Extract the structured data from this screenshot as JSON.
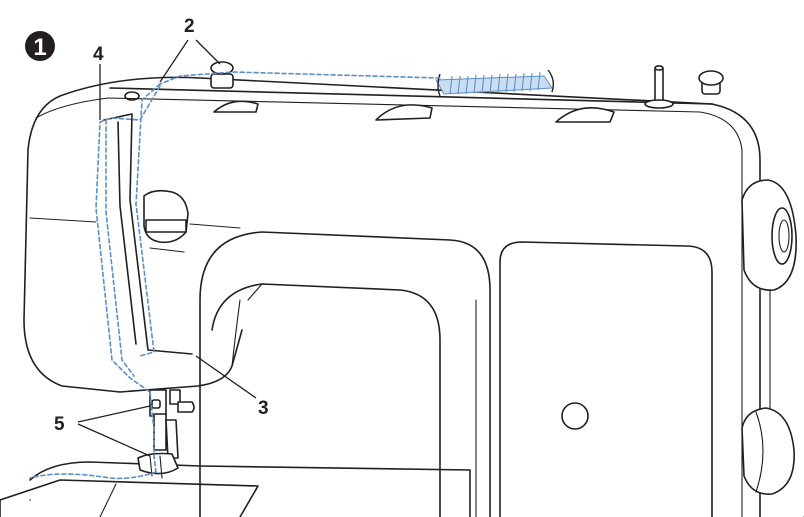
{
  "step": {
    "number": "1"
  },
  "callouts": {
    "c2": "2",
    "c3": "3",
    "c4": "4",
    "c5": "5"
  },
  "colors": {
    "outline": "#231f20",
    "thread": "#5b8fc7",
    "spool_fill": "#c9dcf0",
    "background": "#ffffff"
  },
  "icons": {
    "step_marker": "filled-circle-number"
  }
}
